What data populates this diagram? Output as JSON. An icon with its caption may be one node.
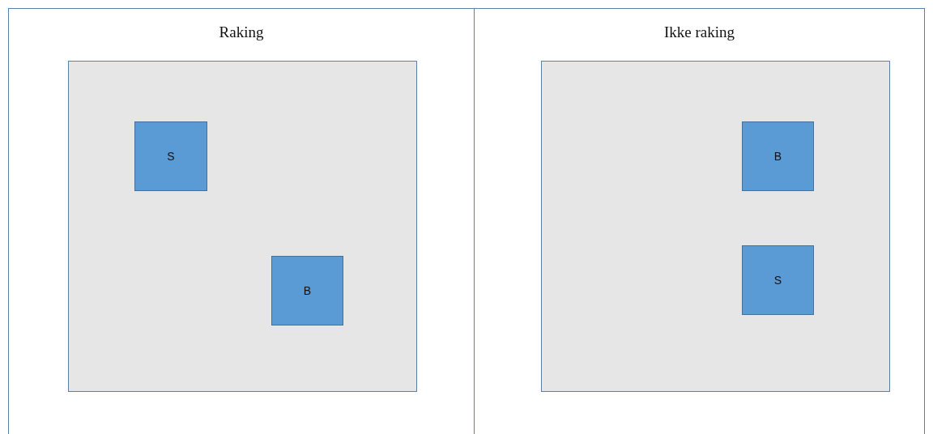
{
  "diagram": {
    "nodes": [
      {
        "text": [
          "Raking"
        ]
      },
      {
        "text": [],
        "shape": "box",
        "in": 0
      },
      {
        "text": [
          "S"
        ],
        "in": 1
      },
      {
        "text": [
          "B"
        ],
        "in": 1
      },
      {
        "text": [
          "Ikke raking"
        ]
      },
      {
        "text": [],
        "shape": "box",
        "in": 4
      },
      {
        "text": [
          "B"
        ],
        "in": 5
      },
      {
        "text": [
          "S"
        ],
        "in": 5
      }
    ]
  }
}
